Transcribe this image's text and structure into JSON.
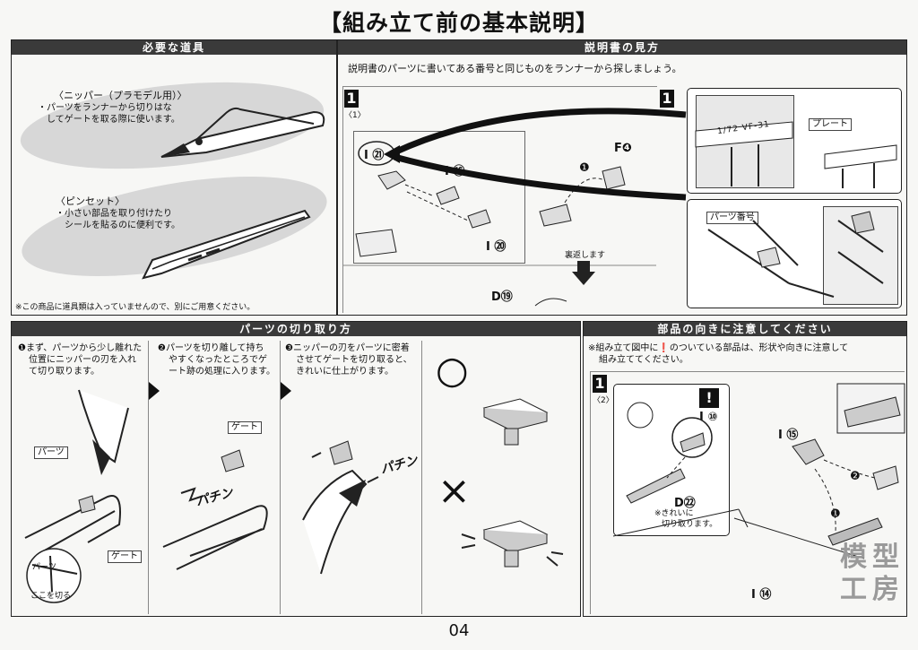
{
  "title": "【組み立て前の基本説明】",
  "tools": {
    "header": "必要な道具",
    "nipper_title": "〈ニッパー（プラモデル用）〉",
    "nipper_desc_1": "・パーツをランナーから切りはな",
    "nipper_desc_2": "　してゲートを取る際に使います。",
    "tweezers_title": "〈ピンセット〉",
    "tweezers_desc_1": "・小さい部品を取り付けたり",
    "tweezers_desc_2": "　シールを貼るのに便利です。",
    "note": "※この商品に道具類は入っていませんので、別にご用意ください。"
  },
  "manual": {
    "header": "説明書の見方",
    "description": "説明書のパーツに書いてある番号と同じものをランナーから探しましょう。",
    "step_number": "1",
    "step_sub": "〈1〉",
    "parts": [
      "I ㉑",
      "I ⑯",
      "I ⑳",
      "F❹",
      "D⑲"
    ],
    "arrow_step": "❶",
    "back_label": "裏返します",
    "plate_label": "プレート",
    "plate_text": "1/72 VF-31",
    "parts_number_label": "パーツ番号"
  },
  "cutting": {
    "header": "パーツの切り取り方",
    "step1_1": "❶まず、パーツから少し離れた",
    "step1_2": "位置にニッパーの刃を入れ",
    "step1_3": "て切り取ります。",
    "step2_1": "❷パーツを切り離して持ち",
    "step2_2": "やすくなったところでゲ",
    "step2_3": "ート跡の処理に入ります。",
    "step3_1": "❸ニッパーの刃をパーツに密着",
    "step3_2": "させてゲートを切り取ると、",
    "step3_3": "きれいに仕上がります。",
    "parts_label": "パーツ",
    "gate_label": "ゲート",
    "gate_label_2": "ゲート",
    "cut_here": "ここを切る",
    "parts_label_zoom": "パーツ",
    "snap_sound": "パチン",
    "snap_sound_2": "パチン",
    "good_mark": "○",
    "bad_mark": "×"
  },
  "orientation": {
    "header": "部品の向きに注意してください",
    "note_1": "※組み立て図中に❗のついている部品は、形状や向きに注意して",
    "note_2": "組み立ててください。",
    "step_number": "1",
    "step_sub": "〈2〉",
    "warn_icon": "!",
    "parts": [
      "I ⑩",
      "D㉒",
      "I ⑮",
      "I ⑭"
    ],
    "clean_note_1": "※きれいに",
    "clean_note_2": "切り取ります。",
    "step_a": "❷",
    "step_b": "❶"
  },
  "watermark": "模型\n工房",
  "page_number": "04"
}
